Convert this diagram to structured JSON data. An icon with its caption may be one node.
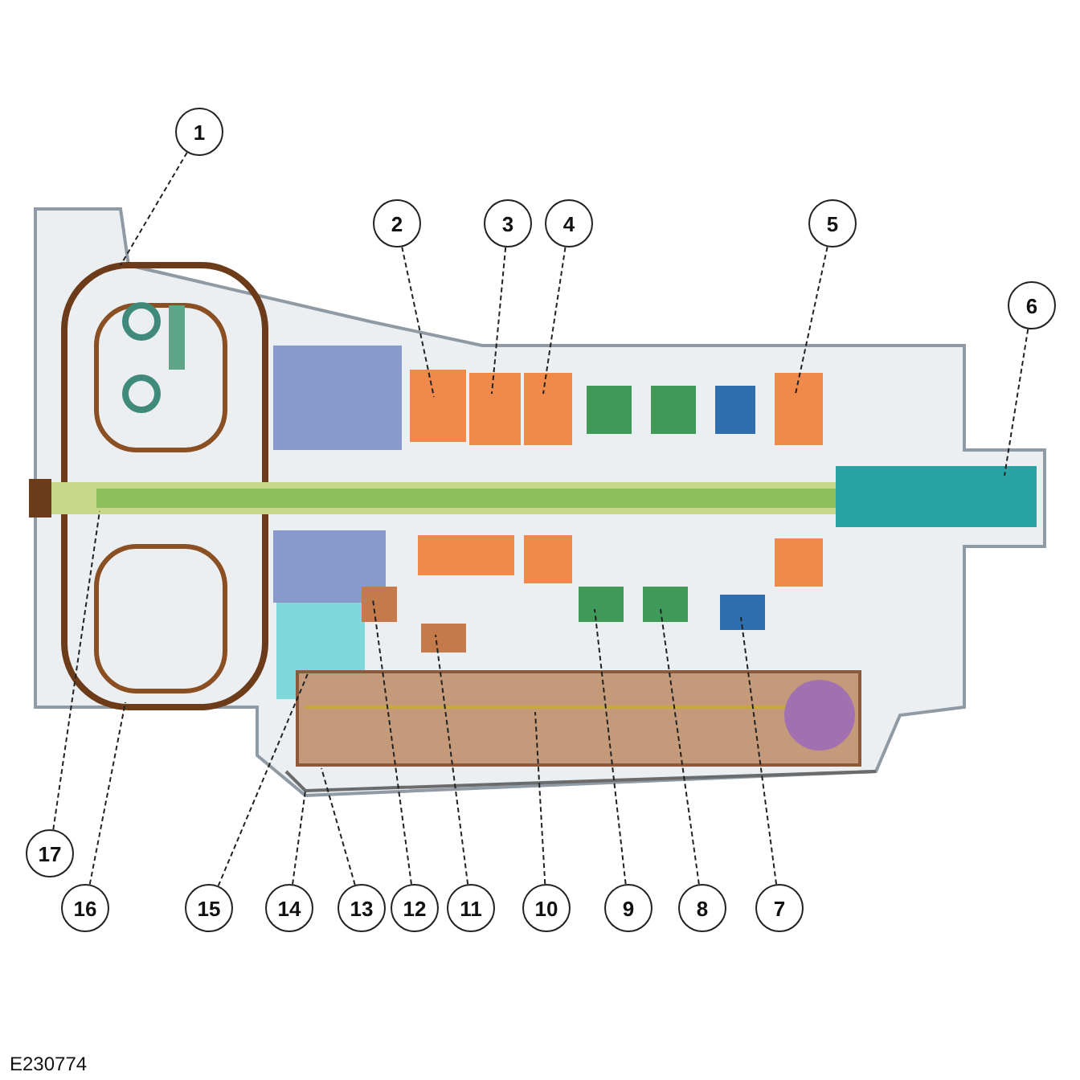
{
  "diagram": {
    "nodes": [
      {
        "text": [
          "1"
        ]
      },
      {
        "text": [
          "2"
        ]
      },
      {
        "text": [
          "3"
        ]
      },
      {
        "text": [
          "4"
        ]
      },
      {
        "text": [
          "5"
        ]
      },
      {
        "text": [
          "6"
        ]
      },
      {
        "text": [
          "7"
        ]
      },
      {
        "text": [
          "8"
        ]
      },
      {
        "text": [
          "9"
        ]
      },
      {
        "text": [
          "10"
        ]
      },
      {
        "text": [
          "11"
        ]
      },
      {
        "text": [
          "12"
        ]
      },
      {
        "text": [
          "13"
        ]
      },
      {
        "text": [
          "14"
        ]
      },
      {
        "text": [
          "15"
        ]
      },
      {
        "text": [
          "16"
        ]
      },
      {
        "text": [
          "17"
        ]
      }
    ],
    "edges": [
      {
        "from": 0,
        "to": null,
        "arrow": "none",
        "style": "dashed"
      },
      {
        "from": 1,
        "to": null,
        "arrow": "none",
        "style": "dashed"
      },
      {
        "from": 2,
        "to": null,
        "arrow": "none",
        "style": "dashed"
      },
      {
        "from": 3,
        "to": null,
        "arrow": "none",
        "style": "dashed"
      },
      {
        "from": 4,
        "to": null,
        "arrow": "none",
        "style": "dashed"
      },
      {
        "from": 5,
        "to": null,
        "arrow": "none",
        "style": "dashed"
      },
      {
        "from": 6,
        "to": null,
        "arrow": "none",
        "style": "dashed"
      },
      {
        "from": 7,
        "to": null,
        "arrow": "none",
        "style": "dashed"
      },
      {
        "from": 8,
        "to": null,
        "arrow": "none",
        "style": "dashed"
      },
      {
        "from": 9,
        "to": null,
        "arrow": "none",
        "style": "dashed"
      },
      {
        "from": 10,
        "to": null,
        "arrow": "none",
        "style": "dashed"
      },
      {
        "from": 11,
        "to": null,
        "arrow": "none",
        "style": "dashed"
      },
      {
        "from": 12,
        "to": null,
        "arrow": "none",
        "style": "dashed"
      },
      {
        "from": 13,
        "to": null,
        "arrow": "none",
        "style": "dashed"
      },
      {
        "from": 14,
        "to": null,
        "arrow": "none",
        "style": "dashed"
      },
      {
        "from": 15,
        "to": null,
        "arrow": "none",
        "style": "dashed"
      },
      {
        "from": 16,
        "to": null,
        "arrow": "none",
        "style": "dashed"
      }
    ],
    "labels": [
      "E230774"
    ]
  }
}
